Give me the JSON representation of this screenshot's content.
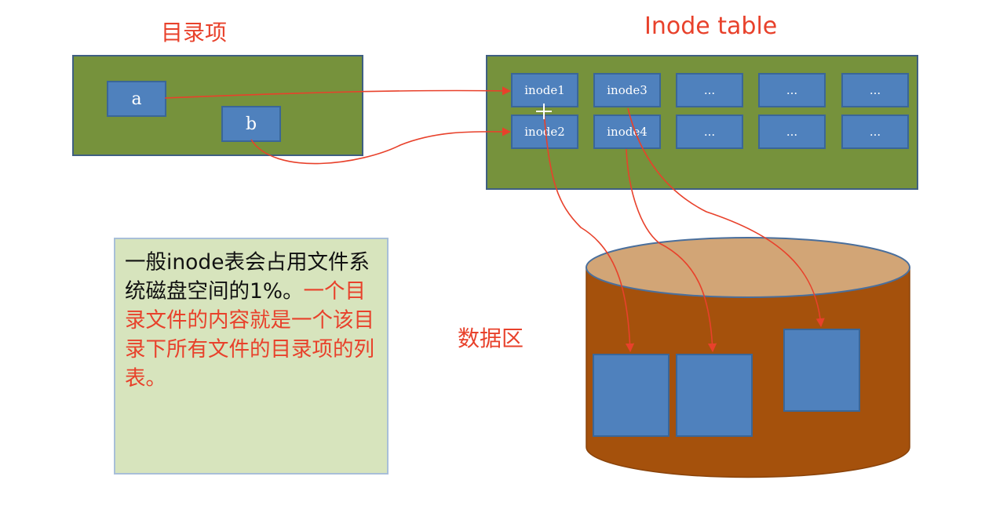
{
  "labels": {
    "directory_entries": "目录项",
    "inode_table": "Inode table",
    "data_area": "数据区"
  },
  "directory_entries": [
    "a",
    "b"
  ],
  "inode_table": {
    "row1": [
      "inode1",
      "inode3",
      "...",
      "...",
      "..."
    ],
    "row2": [
      "inode2",
      "inode4",
      "...",
      "...",
      "..."
    ]
  },
  "note": {
    "black_text": "一般inode表会占用文件系统磁盘空间的1%。",
    "red_text": "一个目录文件的内容就是一个该目录下所有文件的目录项的列表。"
  },
  "colors": {
    "panel_green": "#76923c",
    "cell_blue": "#4f81bd",
    "arrow_red": "#e8412b",
    "cylinder_body": "#a5510c",
    "cylinder_top": "#d2a576",
    "note_bg": "#d7e4bd"
  }
}
